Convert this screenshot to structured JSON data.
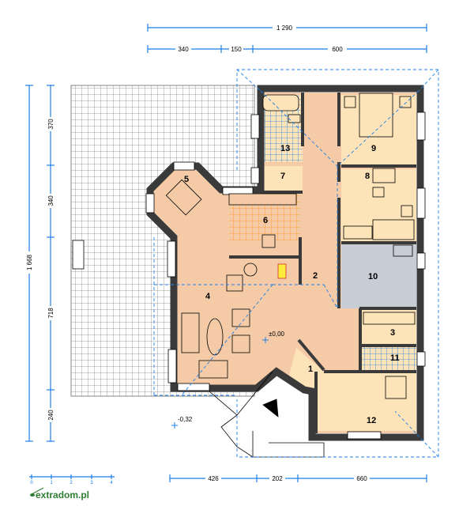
{
  "dimensions": {
    "top_total": "1 290",
    "top_segments": [
      "340",
      "150",
      "600"
    ],
    "left_total": "1 668",
    "left_segments": [
      "370",
      "340",
      "718",
      "240"
    ],
    "bottom_segments": [
      "426",
      "202",
      "660"
    ]
  },
  "rooms": [
    "1",
    "2",
    "3",
    "4",
    "5",
    "6",
    "7",
    "8",
    "9",
    "10",
    "11",
    "12",
    "13"
  ],
  "levels": {
    "floor": "±0,00",
    "ground": "-0,32"
  },
  "scale": {
    "labels": [
      "0",
      "1",
      "2",
      "3",
      "4"
    ]
  },
  "logo": "extradom.pl",
  "colors": {
    "dimension": "#1e7fe6",
    "wall": "#3a3a3a",
    "living": "#f5cba7",
    "bedroom": "#fde4b8",
    "utility": "#c8ccd4",
    "kitchen_tile": "#ff9a1e",
    "bath_tile": "#1e7fe6"
  }
}
